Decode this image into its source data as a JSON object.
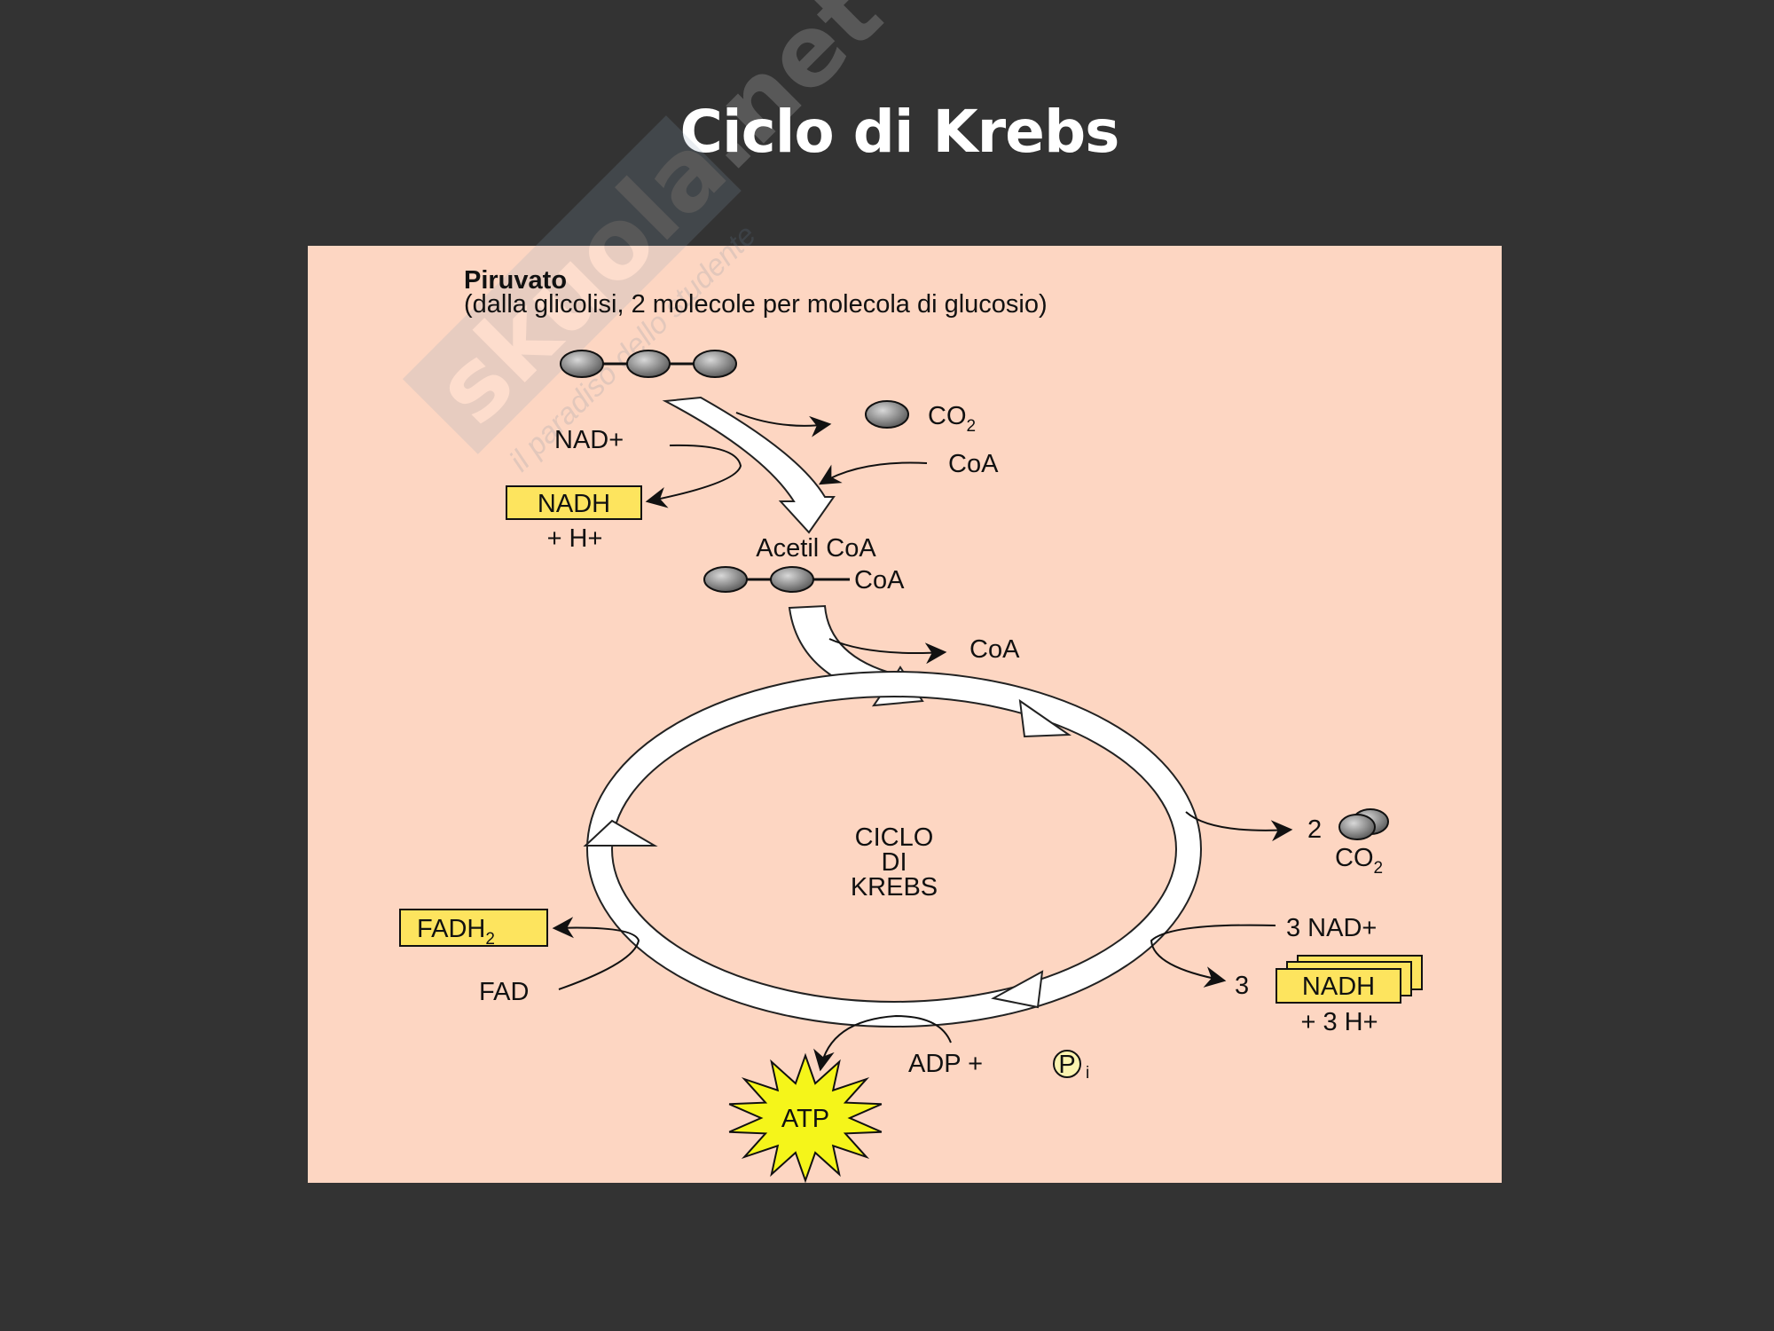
{
  "slide": {
    "title": "Ciclo di Krebs",
    "watermark": "skuola.net",
    "watermark_tagline": "il paradiso dello studente"
  },
  "diagram": {
    "piruvato_title": "Piruvato",
    "piruvato_subtitle": "(dalla glicolisi, 2 molecole per molecola di glucosio)",
    "co2_top": "CO",
    "co2_sub": "2",
    "nad_plus": "NAD+",
    "coa_in": "CoA",
    "nadh_top": "NADH",
    "h_plus": "+ H+",
    "acetil_coa": "Acetil CoA",
    "acetil_coa_group": "CoA",
    "coa_out": "CoA",
    "cycle_line1": "CICLO",
    "cycle_line2": "DI",
    "cycle_line3": "KREBS",
    "co2_count": "2",
    "co2_right": "CO",
    "co2_right_sub": "2",
    "nad3": "3 NAD+",
    "nadh3_count": "3",
    "nadh3": "NADH",
    "h3": "+ 3 H+",
    "fadh2": "FADH",
    "fadh2_sub": "2",
    "fad": "FAD",
    "adp": "ADP +",
    "pi": "P",
    "pi_sub": "i",
    "atp": "ATP"
  },
  "colors": {
    "background": "#333333",
    "panel": "#fdd6c2",
    "box_yellow": "#fde45e",
    "atp_yellow": "#f5f51a"
  }
}
